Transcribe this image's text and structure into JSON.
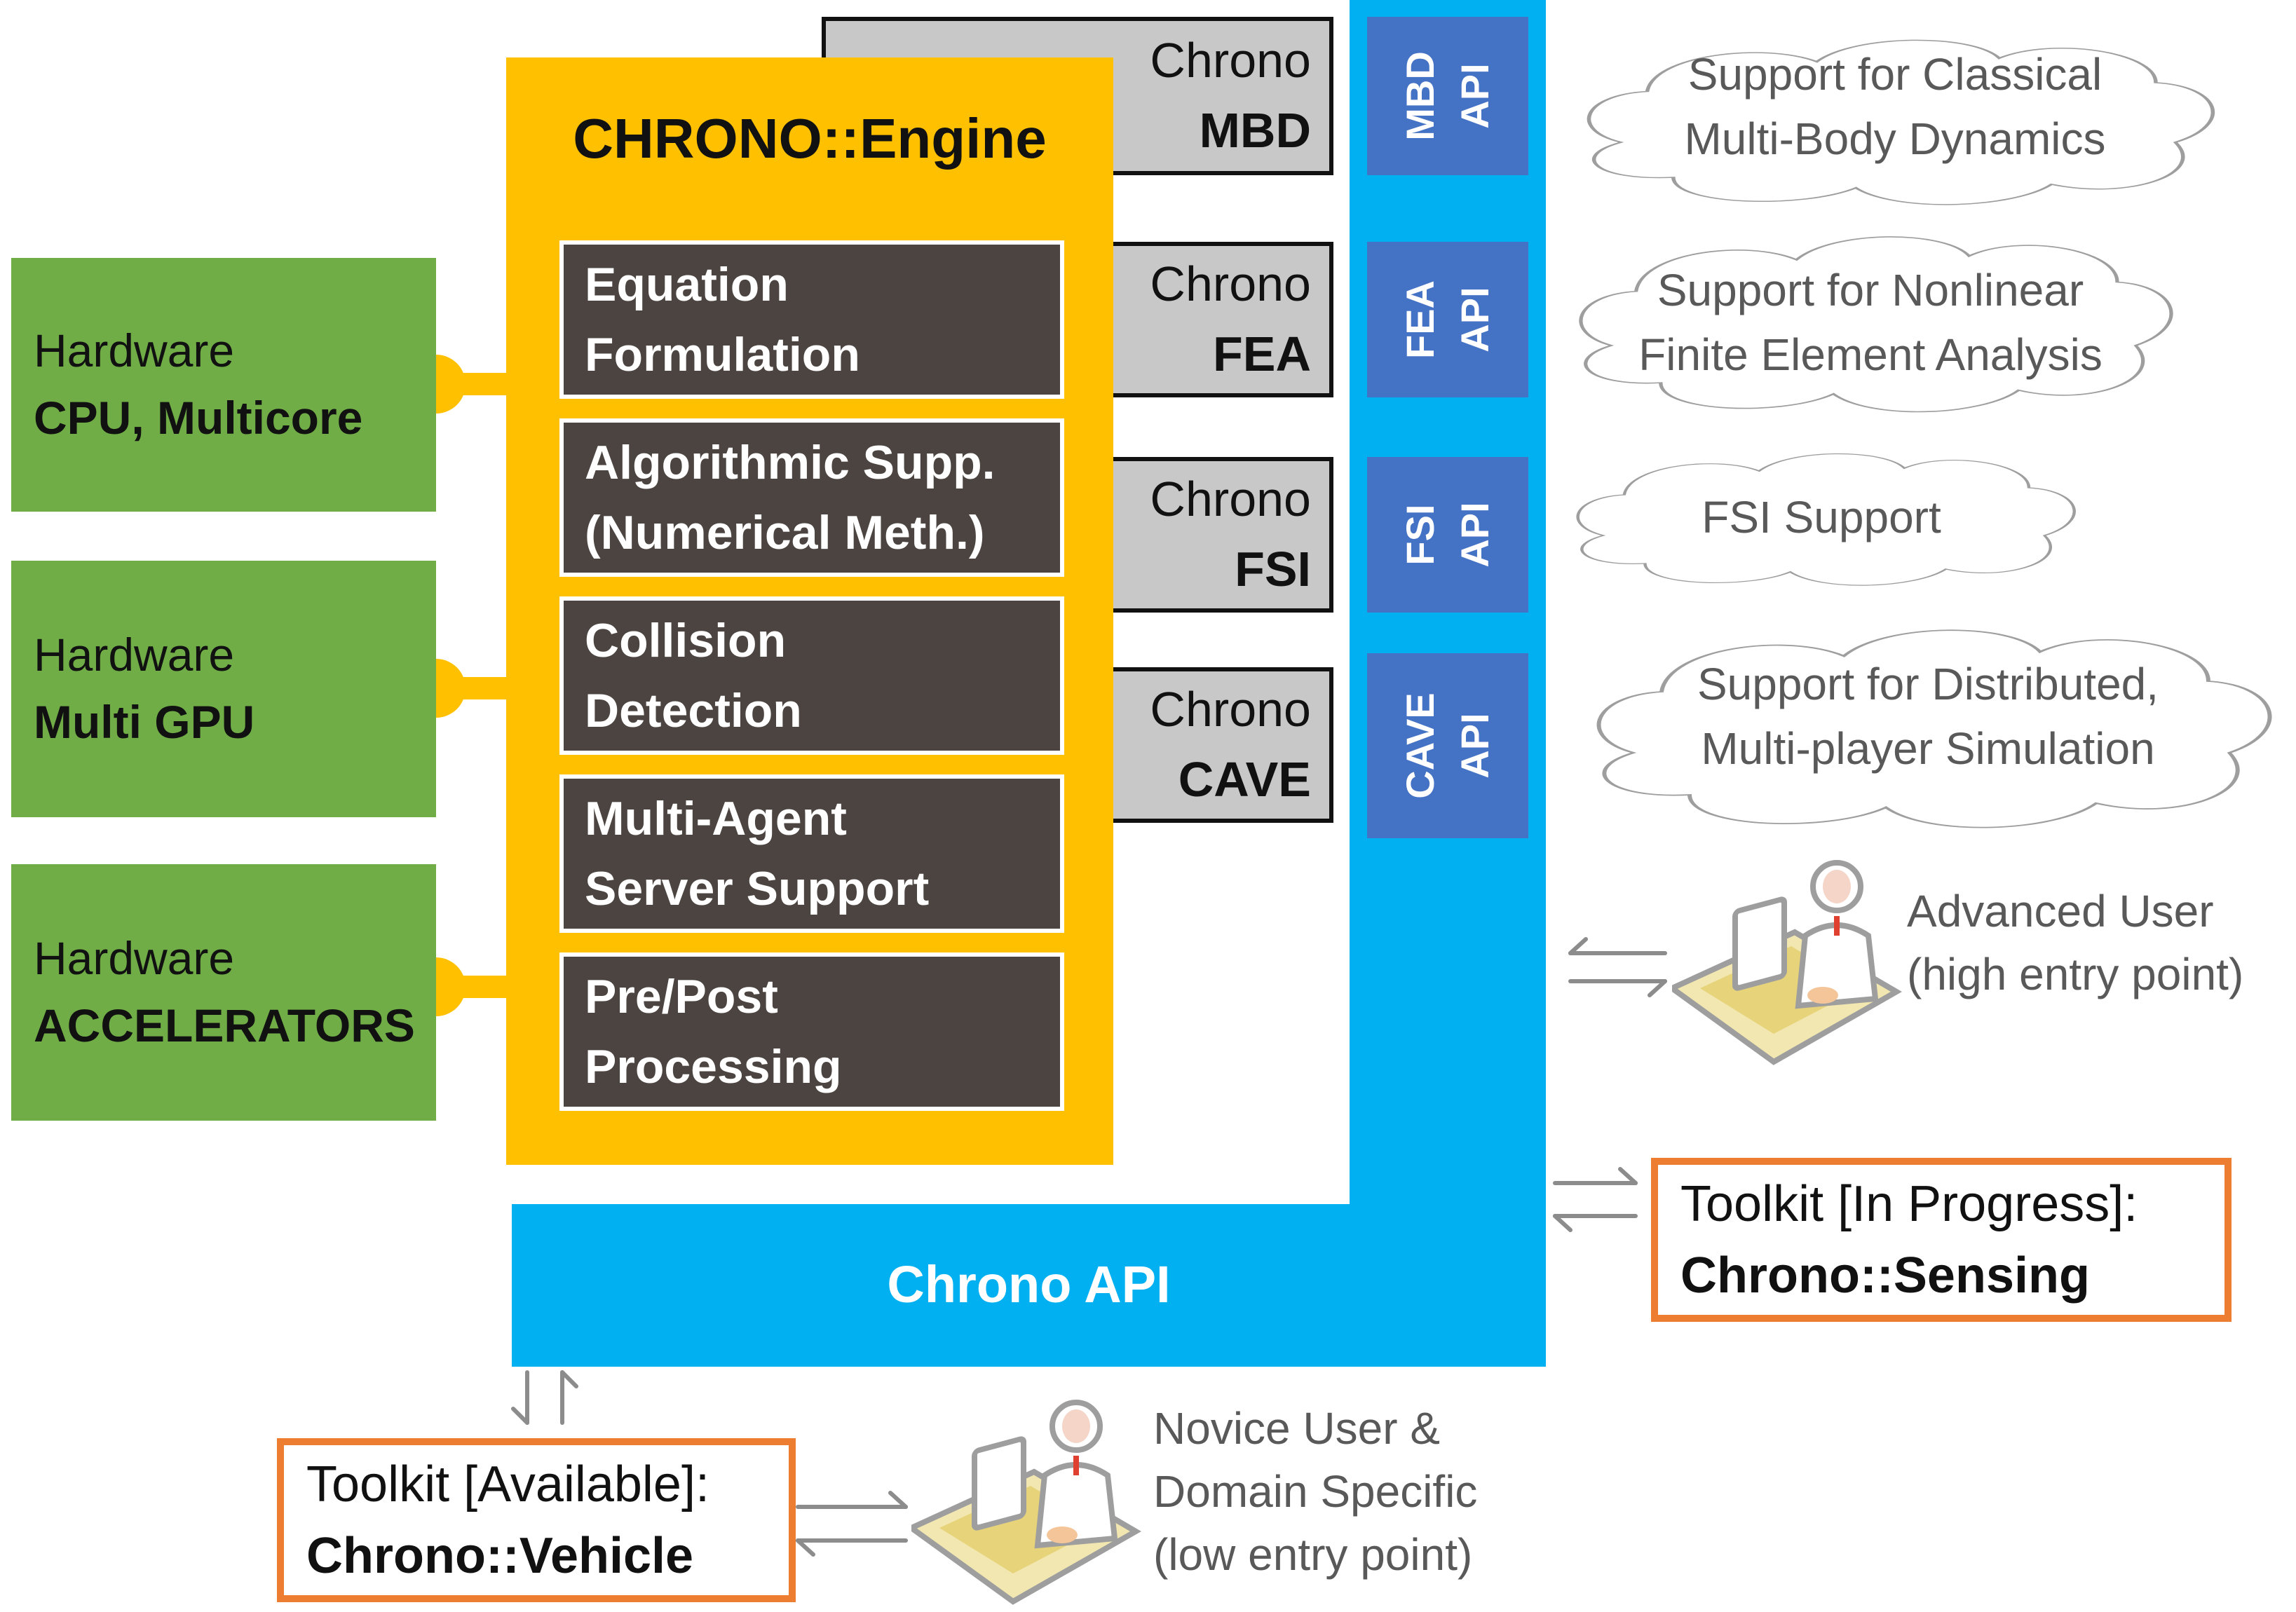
{
  "engine": {
    "title": "CHRONO::Engine",
    "modules": [
      {
        "line1": "Equation",
        "line2": "Formulation"
      },
      {
        "line1": "Algorithmic Supp.",
        "line2": "(Numerical Meth.)"
      },
      {
        "line1": "Collision",
        "line2": "Detection"
      },
      {
        "line1": "Multi-Agent",
        "line2": "Server Support"
      },
      {
        "line1": "Pre/Post",
        "line2": "Processing"
      }
    ]
  },
  "hardware": [
    {
      "label": "Hardware",
      "name": "CPU, Multicore"
    },
    {
      "label": "Hardware",
      "name": "Multi GPU"
    },
    {
      "label": "Hardware",
      "name": "ACCELERATORS"
    }
  ],
  "chrono_modules": [
    {
      "prefix": "Chrono",
      "name": "MBD"
    },
    {
      "prefix": "Chrono",
      "name": "FEA"
    },
    {
      "prefix": "Chrono",
      "name": "FSI"
    },
    {
      "prefix": "Chrono",
      "name": "CAVE"
    }
  ],
  "apis": [
    {
      "name": "MBD",
      "suffix": "API"
    },
    {
      "name": "FEA",
      "suffix": "API"
    },
    {
      "name": "FSI",
      "suffix": "API"
    },
    {
      "name": "CAVE",
      "suffix": "API"
    }
  ],
  "chrono_api": "Chrono API",
  "clouds": [
    {
      "line1": "Support for Classical",
      "line2": "Multi-Body Dynamics"
    },
    {
      "line1": "Support for Nonlinear",
      "line2": "Finite Element Analysis"
    },
    {
      "line1": "FSI Support",
      "line2": ""
    },
    {
      "line1": "Support for Distributed,",
      "line2": "Multi-player Simulation"
    }
  ],
  "advanced_user": {
    "line1": "Advanced User",
    "line2": "(high entry point)"
  },
  "novice_user": {
    "line1": "Novice User &",
    "line2": "Domain Specific",
    "line3": "(low entry point)"
  },
  "toolkit_sensing": {
    "line1": "Toolkit [In Progress]:",
    "line2": "Chrono::Sensing"
  },
  "toolkit_vehicle": {
    "line1": "Toolkit [Available]:",
    "line2": "Chrono::Vehicle"
  },
  "colors": {
    "hardware": "#70ad47",
    "engine": "#ffc000",
    "module": "#4b4440",
    "chrono_box": "#c8c8c8",
    "api_bar": "#00b0f0",
    "api_box": "#4472c4",
    "toolkit_border": "#ed7d31"
  }
}
